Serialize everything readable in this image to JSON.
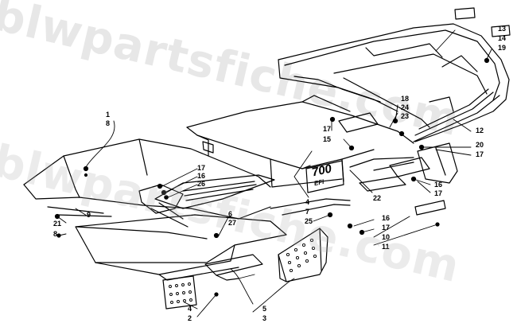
{
  "watermark": "blwpartsfiche.com",
  "badge": {
    "model": "700",
    "sub": "EFI"
  },
  "callouts": {
    "c1": "1",
    "c8a": "8",
    "c17a": "17",
    "c16a": "16",
    "c26": "26",
    "c21": "21",
    "c9": "9",
    "c8b": "8",
    "c6": "6",
    "c27": "27",
    "c4a": "4",
    "c7": "7",
    "c17b": "17",
    "c15": "15",
    "c18": "18",
    "c24": "24",
    "c23": "23",
    "c13": "13",
    "c14": "14",
    "c19": "19",
    "c12": "12",
    "c20": "20",
    "c17c": "17",
    "c16b": "16",
    "c17d": "17",
    "c22": "22",
    "c25": "25",
    "c16c": "16",
    "c17e": "17",
    "c10": "10",
    "c11": "11",
    "c4b": "4",
    "c2": "2",
    "c5": "5",
    "c3": "3"
  },
  "colors": {
    "ink": "#000000",
    "paper": "#ffffff",
    "watermark": "#aaaaaa"
  }
}
